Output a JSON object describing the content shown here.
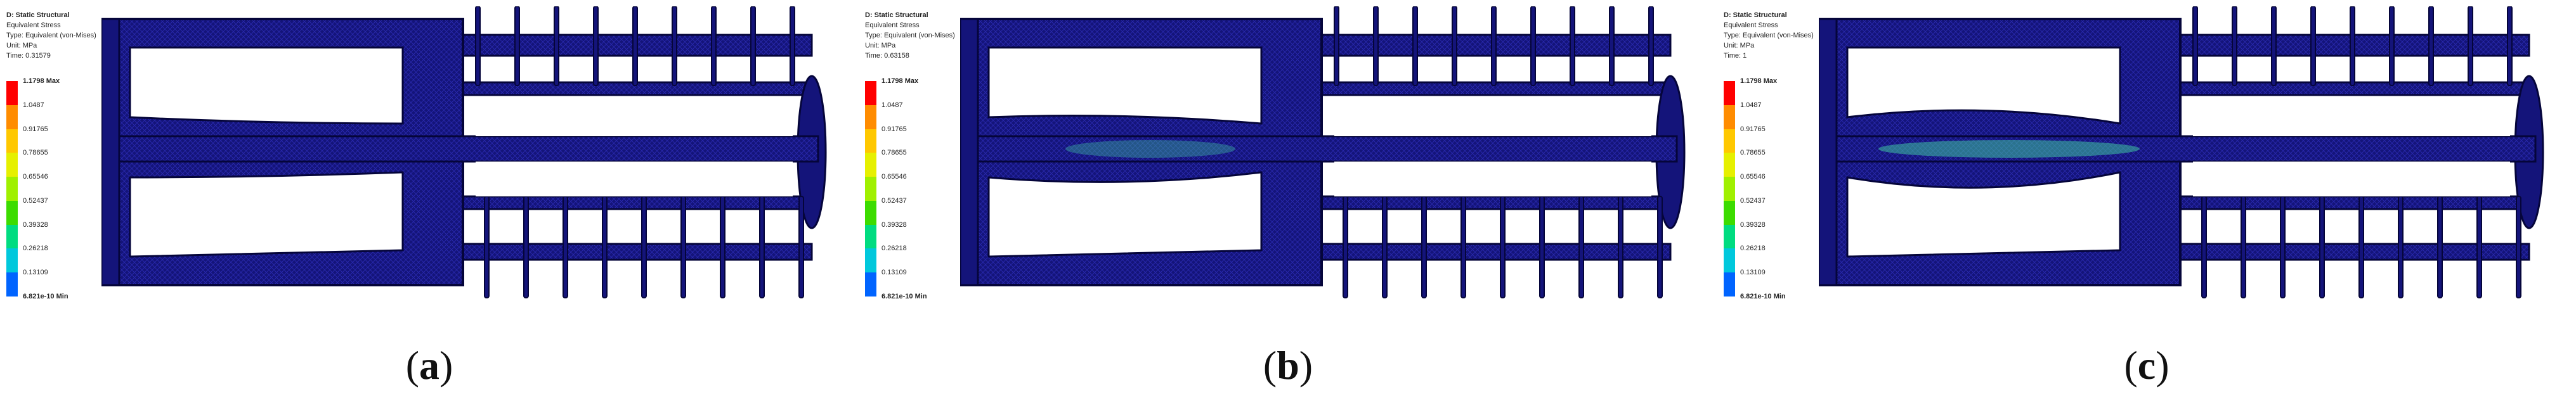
{
  "panels": [
    {
      "id": "a",
      "result_title": "D: Static Structural",
      "result_type": "Equivalent Stress",
      "result_subtype": "Type: Equivalent (von-Mises)",
      "unit": "Unit: MPa",
      "time": "Time: 0.31579",
      "caption_letter": "a",
      "stress_highlight": 0
    },
    {
      "id": "b",
      "result_title": "D: Static Structural",
      "result_type": "Equivalent Stress",
      "result_subtype": "Type: Equivalent (von-Mises)",
      "unit": "Unit: MPa",
      "time": "Time: 0.63158",
      "caption_letter": "b",
      "stress_highlight": 0.3
    },
    {
      "id": "c",
      "result_title": "D: Static Structural",
      "result_type": "Equivalent Stress",
      "result_subtype": "Type: Equivalent (von-Mises)",
      "unit": "Unit: MPa",
      "time": "Time: 1",
      "caption_letter": "c",
      "stress_highlight": 0.7
    }
  ],
  "legend": {
    "labels": [
      "1.1798 Max",
      "1.0487",
      "0.91765",
      "0.78655",
      "0.65546",
      "0.52437",
      "0.39328",
      "0.26218",
      "0.13109",
      "6.821e-10 Min"
    ],
    "colors": [
      "#ff0000",
      "#ff8c00",
      "#ffc800",
      "#e6f000",
      "#a0f000",
      "#3cdc00",
      "#00dc80",
      "#00c8dc",
      "#0064ff",
      "#0000c8"
    ]
  },
  "colors": {
    "model_body": "#14147a",
    "model_edge": "#05053a",
    "mesh_line": "#2a2ab0",
    "highlight": "#40c8a0"
  }
}
